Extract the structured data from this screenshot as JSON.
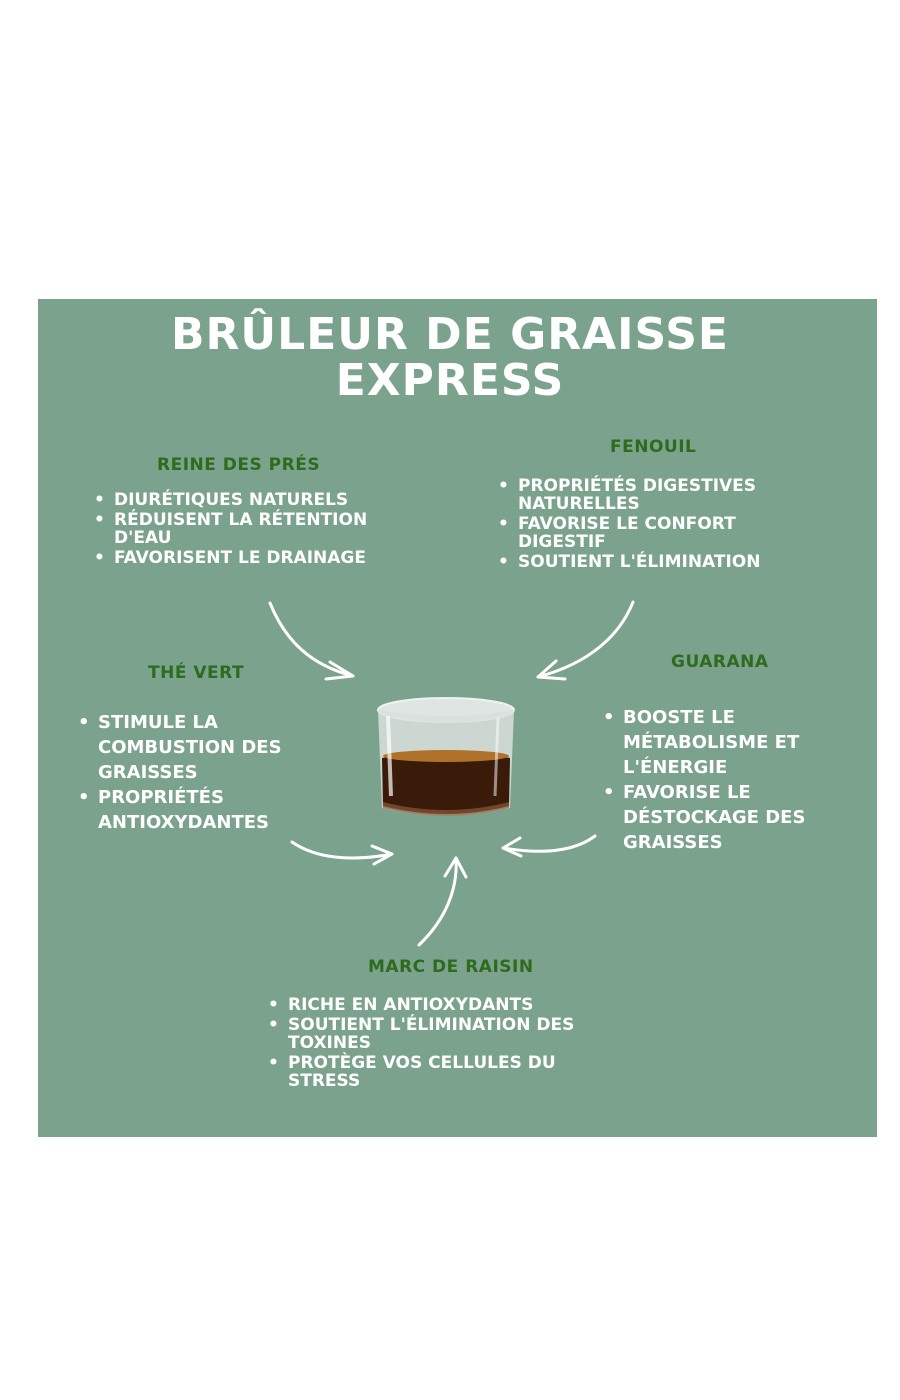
{
  "title": {
    "line1": "BRÛLEUR DE GRAISSE",
    "line2": "EXPRESS"
  },
  "colors": {
    "panel": "#7ba28d",
    "heading": "#2f6b1f",
    "text": "#ffffff",
    "liquid": "#3a1a08"
  },
  "sections": {
    "reine": {
      "heading": "REINE DES PRÉS",
      "items": [
        "DIURÉTIQUES NATURELS",
        "RÉDUISENT LA RÉTENTION D'EAU",
        "FAVORISENT LE DRAINAGE"
      ]
    },
    "fenouil": {
      "heading": "FENOUIL",
      "items": [
        "PROPRIÉTÉS DIGESTIVES NATURELLES",
        "FAVORISE LE CONFORT DIGESTIF",
        "SOUTIENT L'ÉLIMINATION"
      ]
    },
    "the": {
      "heading": "THÉ VERT",
      "items": [
        "STIMULE LA COMBUSTION DES GRAISSES",
        "PROPRIÉTÉS ANTIOXYDANTES"
      ]
    },
    "guarana": {
      "heading": "GUARANA",
      "items": [
        "BOOSTE LE MÉTABOLISME ET L'ÉNERGIE",
        "FAVORISE LE DÉSTOCKAGE DES GRAISSES"
      ]
    },
    "marc": {
      "heading": "MARC DE RAISIN",
      "items": [
        "RICHE EN  ANTIOXYDANTS",
        "SOUTIENT L'ÉLIMINATION DES TOXINES",
        "PROTÈGE VOS CELLULES DU STRESS"
      ]
    }
  }
}
